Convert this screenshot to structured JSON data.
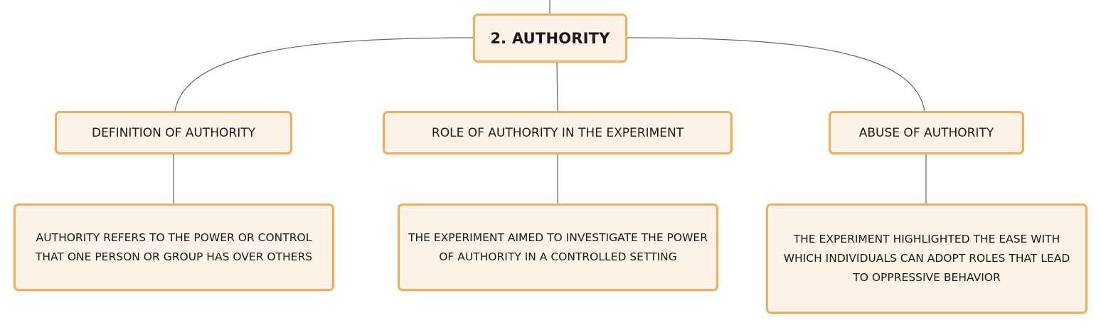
{
  "root": {
    "label": "2. AUTHORITY"
  },
  "topics": [
    {
      "label": "DEFINITION OF AUTHORITY",
      "detail": "AUTHORITY REFERS TO THE POWER OR CONTROL THAT ONE PERSON OR GROUP HAS OVER OTHERS"
    },
    {
      "label": "ROLE OF AUTHORITY IN THE EXPERIMENT",
      "detail": "THE EXPERIMENT AIMED TO INVESTIGATE THE POWER OF AUTHORITY IN A CONTROLLED SETTING"
    },
    {
      "label": "ABUSE OF AUTHORITY",
      "detail": "THE EXPERIMENT HIGHLIGHTED THE EASE WITH WHICH INDIVIDUALS CAN ADOPT ROLES THAT LEAD TO OPPRESSIVE BEHAVIOR"
    }
  ],
  "colors": {
    "node_border": "#f4ad5c",
    "node_fill": "#fef3e8",
    "connector": "#666666"
  }
}
